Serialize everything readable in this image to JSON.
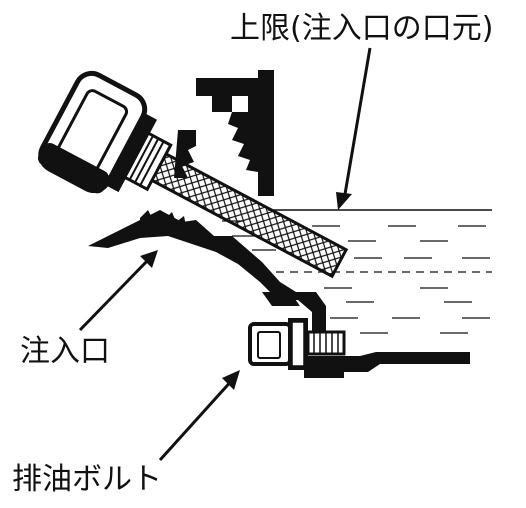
{
  "labels": {
    "upper_limit": "上限(注入口の口元)",
    "inlet": "注入口",
    "drain_bolt": "排油ボルト"
  },
  "colors": {
    "ink": "#111111",
    "background": "#ffffff"
  }
}
